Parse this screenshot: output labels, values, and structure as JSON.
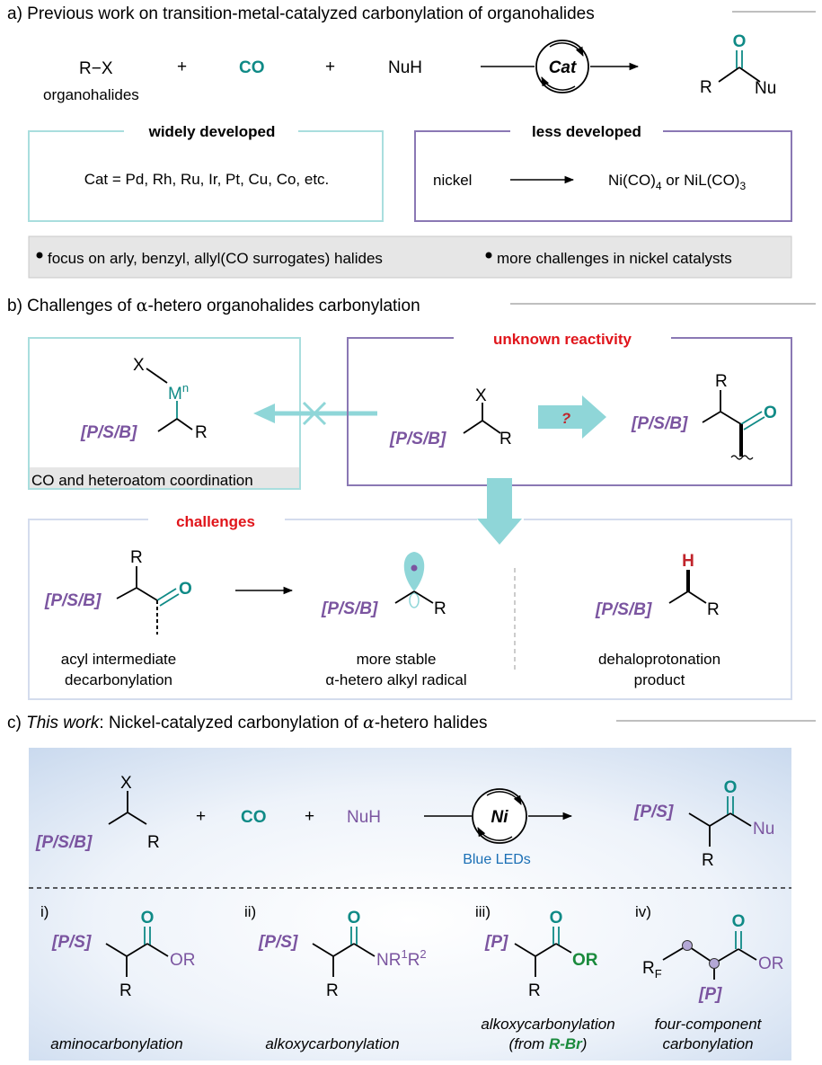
{
  "colors": {
    "teal": "#0f8a86",
    "purple": "#7b55a0",
    "lightblue_box": "#a9dede",
    "purple_box": "#8a78b4",
    "red": "#e0151b",
    "arrow_fill": "#8fd6d8",
    "grey_bar": "#e6e6e6",
    "panel_c_bg": "#d6e2f2",
    "h_red": "#c0242b"
  },
  "section_a": {
    "title": "a) Previous work on transition-metal-catalyzed carbonylation of organohalides",
    "rx": "R−X",
    "organohalides": "organohalides",
    "plus1": "+",
    "co": "CO",
    "plus2": "+",
    "nuh": "NuH",
    "cat": "Cat",
    "product_o": "O",
    "product_r": "R",
    "product_nu": "Nu",
    "widely_title": "widely developed",
    "widely_text": "Cat = Pd, Rh, Ru, Ir, Pt, Cu, Co, etc.",
    "less_title": "less developed",
    "nickel": "nickel",
    "ni_co_a": "Ni(CO)",
    "ni_co_sub4": "4",
    "ni_co_b": " or NiL(CO)",
    "ni_co_sub3": "3",
    "bullet1": "focus on arly, benzyl, allyl(CO surrogates) halides",
    "bullet2": "more challenges in nickel catalysts"
  },
  "section_b": {
    "title_pre": "b) Challenges of ",
    "title_alpha": "α",
    "title_post": "-hetero organohalides carbonylation",
    "x": "X",
    "m": "M",
    "m_sup": "n",
    "psb": "[P/S/B]",
    "r": "R",
    "co_coord": "CO and heteroatom coordination",
    "unknown": "unknown reactivity",
    "question": "?",
    "o": "O",
    "challenges": "challenges",
    "acyl1": "acyl intermediate",
    "acyl2": "decarbonylation",
    "stable1": "more stable",
    "stable2": "α-hetero alkyl radical",
    "h": "H",
    "dehalo1": "dehaloprotonation",
    "dehalo2": "product"
  },
  "section_c": {
    "title_pre": "c) ",
    "title_italic": "This work",
    "title_mid": ": Nickel-catalyzed carbonylation of ",
    "title_alpha": "α",
    "title_post": "-hetero halides",
    "x": "X",
    "psb": "[P/S/B]",
    "r": "R",
    "plus": "+",
    "co": "CO",
    "nuh": "NuH",
    "ni": "Ni",
    "blue_leds": "Blue LEDs",
    "ps": "[P/S]",
    "o": "O",
    "nu": "Nu",
    "p": "[P]",
    "i_label": "i)",
    "ii_label": "ii)",
    "iii_label": "iii)",
    "iv_label": "iv)",
    "or": "OR",
    "nr_a": "NR",
    "nr_sup1": "1",
    "nr_b": "R",
    "nr_sup2": "2",
    "or_bold": "OR",
    "rf_r": "R",
    "rf_sub": "F",
    "cap_i": "aminocarbonylation",
    "cap_ii": "alkoxycarbonylation",
    "cap_iii_1": "alkoxycarbonylation",
    "cap_iii_2a": "(from ",
    "cap_iii_2b": "R-Br",
    "cap_iii_2c": ")",
    "cap_iv_1": "four-component",
    "cap_iv_2": "carbonylation"
  }
}
